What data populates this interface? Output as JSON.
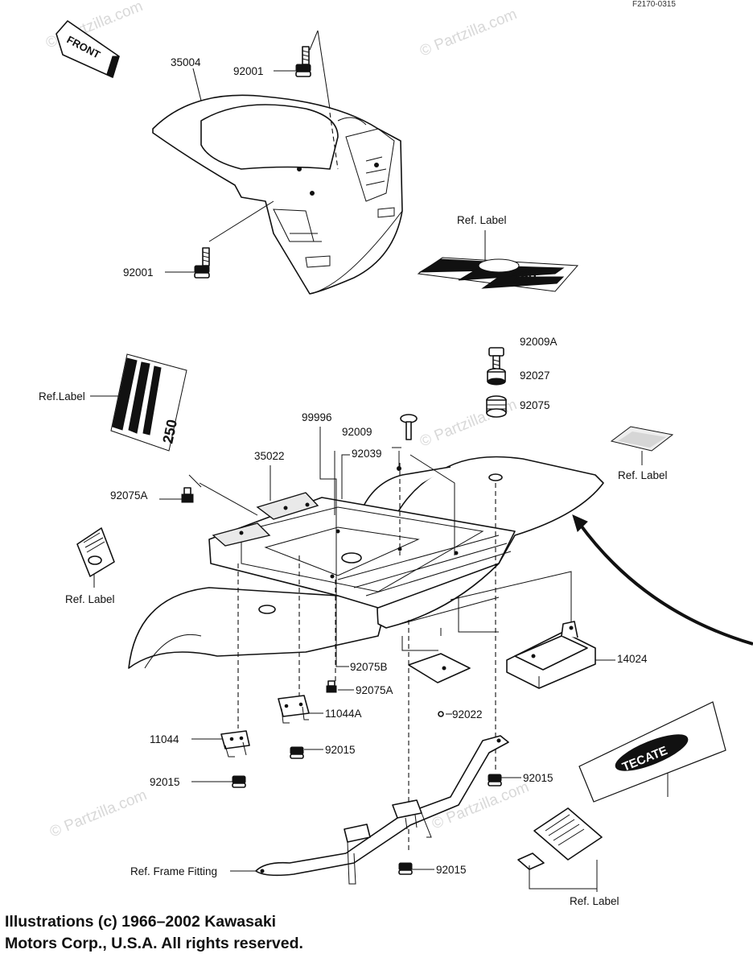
{
  "diagram": {
    "figure_code": "F2170-0315",
    "front_arrow_label": "FRONT",
    "watermark": "© Partzilla.com",
    "labels": {
      "p35004": "35004",
      "p92001_top": "92001",
      "p92001_bottom": "92001",
      "ref_label_upper_right": "Ref. Label",
      "ref_label_left": "Ref.Label",
      "p92009A": "92009A",
      "p92027": "92027",
      "p92075": "92075",
      "p99996": "99996",
      "p92009": "92009",
      "p92039": "92039",
      "p35022": "35022",
      "p92075A_top": "92075A",
      "ref_label_right": "Ref. Label",
      "ref_label_left_lower": "Ref. Label",
      "p14024": "14024",
      "p92075B": "92075B",
      "p92075A_bottom": "92075A",
      "p11044A": "11044A",
      "p92022": "92022",
      "p11044": "11044",
      "p92015_center": "92015",
      "p92015_left": "92015",
      "p92015_right": "92015",
      "p92015_bottom": "92015",
      "ref_frame_fitting": "Ref. Frame Fitting",
      "ref_label_bottom": "Ref. Label"
    },
    "decals": {
      "top_stripe_text": "250",
      "left_stripe_text": "250",
      "brand_decal_text": "TECATE"
    }
  },
  "footer": {
    "line1": "Illustrations (c) 1966–2002 Kawasaki",
    "line2": "Motors Corp., U.S.A.  All rights reserved."
  }
}
